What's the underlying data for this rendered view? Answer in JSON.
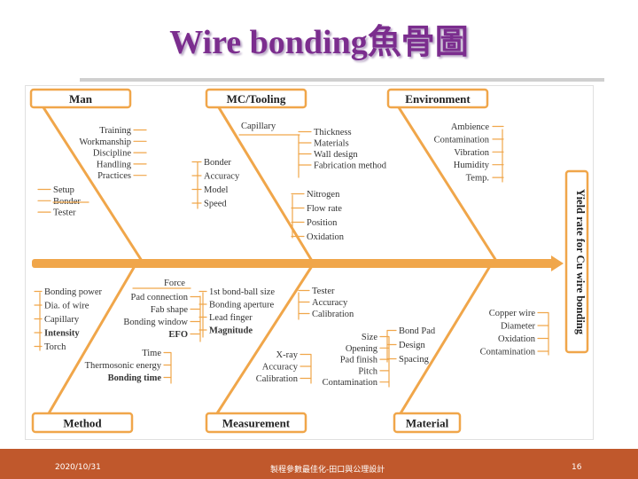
{
  "title": "Wire bonding魚骨圖",
  "categories": {
    "man": "Man",
    "mc_tooling": "MC/Tooling",
    "environment": "Environment",
    "method": "Method",
    "measurement": "Measurement",
    "material": "Material"
  },
  "effect": "Yield rate for Cu wire bonding",
  "labels": {
    "man": [
      "Training",
      "Workmanship",
      "Discipline",
      "Handling",
      "Practices",
      "Setup",
      "Bonder",
      "Tester"
    ],
    "mc_capillary": "Capillary",
    "mc_thickness": [
      "Thickness",
      "Materials",
      "Wall design",
      "Fabrication method"
    ],
    "mc_bonder": [
      "Bonder",
      "Accuracy",
      "Model",
      "Speed"
    ],
    "mc_nitrogen": [
      "Nitrogen",
      "Flow rate",
      "Position",
      "Oxidation"
    ],
    "environment": [
      "Ambience",
      "Contamination",
      "Vibration",
      "Humidity",
      "Temp."
    ],
    "method_force": "Force",
    "method_left": [
      "Bonding power",
      "Dia. of wire",
      "Capillary",
      "Intensity",
      "Torch"
    ],
    "method_mid": [
      "Pad connection",
      "Fab shape",
      "Bonding window",
      "EFO"
    ],
    "method_time": [
      "Time",
      "Thermosonic energy",
      "Bonding time"
    ],
    "measure_bond": [
      "1st bond-ball size",
      "Bonding aperture",
      "Lead finger",
      "Magnitude"
    ],
    "measure_tester": [
      "Tester",
      "Accuracy",
      "Calibration"
    ],
    "measure_xray": [
      "X-ray",
      "Accuracy",
      "Calibration"
    ],
    "material_size": [
      "Size",
      "Opening",
      "Pad finish",
      "Pitch",
      "Contamination"
    ],
    "material_pad": [
      "Bond Pad",
      "Design",
      "Spacing"
    ],
    "material_cu": [
      "Copper wire",
      "Diameter",
      "Oxidation",
      "Contamination"
    ]
  },
  "footer": {
    "date": "2020/10/31",
    "center": "製程參數最佳化-田口與公理設計",
    "page": "16"
  },
  "colors": {
    "title": "#7b2d8e",
    "bone": "#f0a64a",
    "box_border": "#f0a64a",
    "footer": "#c0582c"
  }
}
